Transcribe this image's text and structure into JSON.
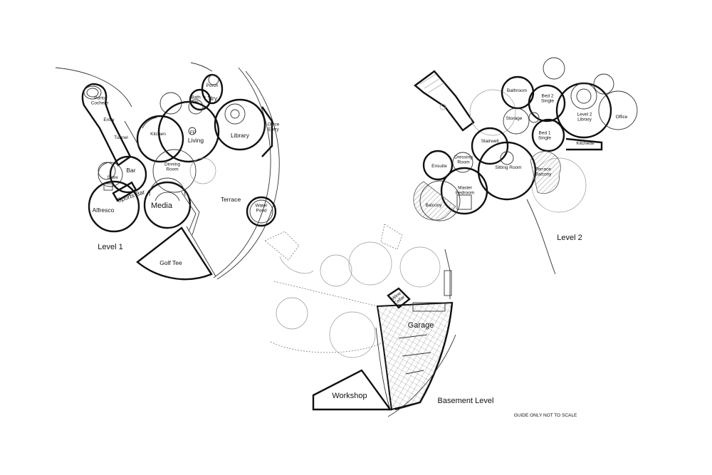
{
  "level1": {
    "title": "Level 1",
    "rooms": {
      "porto_cochere": "Porto\nCochere",
      "entry": "Entry",
      "tunnel": "Tunnel",
      "kitchen": "Kitchen",
      "fp": "FP",
      "living": "Living",
      "library": "Library",
      "office_entry": "Office\nEntry",
      "porch": "Porch",
      "laundry": "L'dry",
      "bath": "Bath\nrm",
      "dining": "Dinning\nRoom",
      "bar": "Bar",
      "store": "Store",
      "sports_bar": "Sports Bar",
      "alfresco": "Alfresco",
      "media": "Media",
      "terrace": "Terrace",
      "water_pond": "Water\nPond",
      "golf_tee": "Golf Tee"
    }
  },
  "level2": {
    "title": "Level 2",
    "rooms": {
      "bathroom": "Bathroom",
      "bed2": "Bed 2\nSingle",
      "level2_library": "Level 2\nLibrary",
      "office": "Office",
      "storage": "Storage",
      "bed1": "Bed 1\nSingle",
      "kitchette": "Kitchette",
      "stairwell": "Stairwell",
      "ensuite": "Ensuite",
      "dressing": "Dressing\nRoom",
      "sitting": "Sitting Room",
      "terrace_balcony": "Terrace\nBalcony",
      "master_bedroom": "Master\nBedroom",
      "balcony": "Balcony"
    }
  },
  "basement": {
    "title": "Basement Level",
    "rooms": {
      "wine_cellar": "Wine\nCellar",
      "garage": "Garage",
      "workshop": "Workshop"
    }
  },
  "note": "GUIDE ONLY NOT TO SCALE"
}
